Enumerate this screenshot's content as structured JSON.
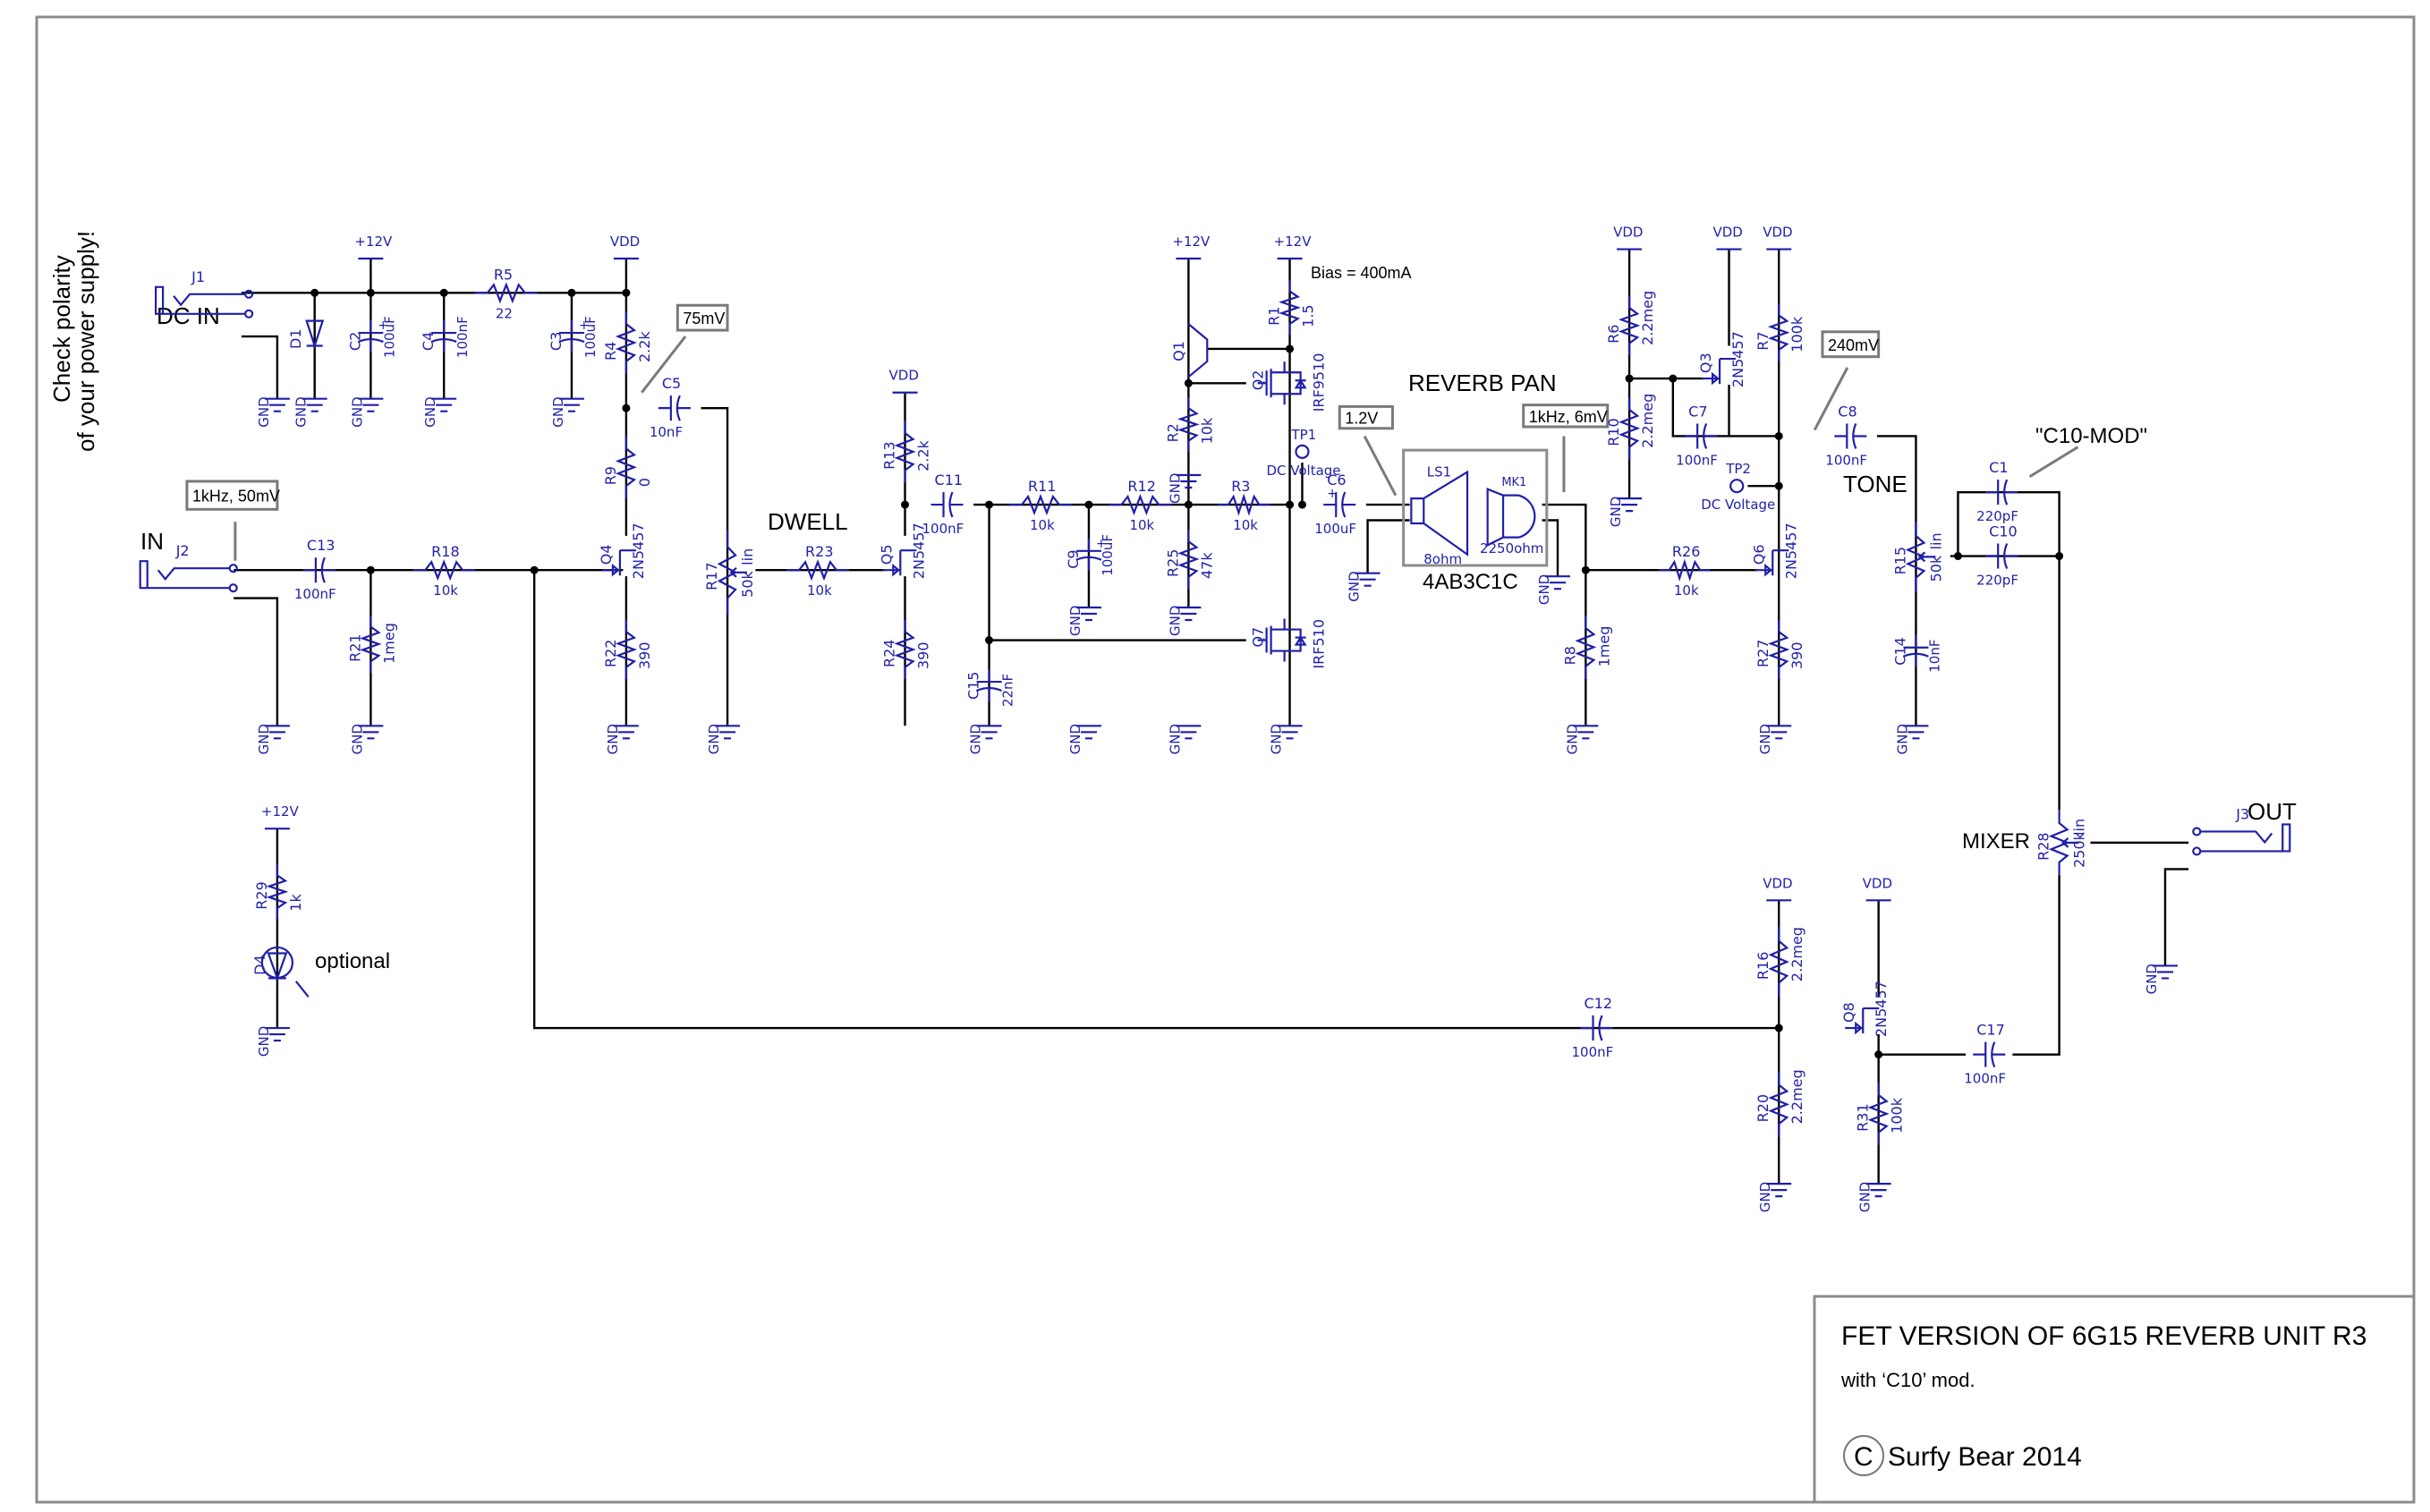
{
  "title_block": {
    "title": "FET VERSION OF 6G15 REVERB UNIT R3",
    "subtitle": "with ‘C10’ mod.",
    "copyright_symbol": "C",
    "author": "Surfy Bear 2014"
  },
  "notes": {
    "polarity_line1": "Check polarity",
    "polarity_line2": "of your power supply!",
    "dc_in": "DC IN",
    "in": "IN",
    "out": "OUT",
    "dwell": "DWELL",
    "reverb_pan": "REVERB PAN",
    "reverb_pan_model": "4AB3C1C",
    "tone": "TONE",
    "mixer": "MIXER",
    "c10_mod": "\"C10-MOD\"",
    "optional": "optional",
    "bias": "Bias = 400mA"
  },
  "measurements": [
    {
      "label": "1kHz, 50mV"
    },
    {
      "label": "75mV"
    },
    {
      "label": "1.2V"
    },
    {
      "label": "1kHz, 6mV"
    },
    {
      "label": "240mV"
    }
  ],
  "supplies": {
    "v12": "+12V",
    "vdd": "VDD",
    "gnd": "GND"
  },
  "components": {
    "resistors": [
      {
        "ref": "R1",
        "value": "1.5"
      },
      {
        "ref": "R2",
        "value": "10k"
      },
      {
        "ref": "R3",
        "value": "10k"
      },
      {
        "ref": "R4",
        "value": "2.2k"
      },
      {
        "ref": "R5",
        "value": "22"
      },
      {
        "ref": "R6",
        "value": "2.2meg"
      },
      {
        "ref": "R7",
        "value": "100k"
      },
      {
        "ref": "R8",
        "value": "1meg"
      },
      {
        "ref": "R9",
        "value": "0"
      },
      {
        "ref": "R10",
        "value": "2.2meg"
      },
      {
        "ref": "R11",
        "value": "10k"
      },
      {
        "ref": "R12",
        "value": "10k"
      },
      {
        "ref": "R13",
        "value": "2.2k"
      },
      {
        "ref": "R16",
        "value": "2.2meg"
      },
      {
        "ref": "R18",
        "value": "10k"
      },
      {
        "ref": "R20",
        "value": "2.2meg"
      },
      {
        "ref": "R21",
        "value": "1meg"
      },
      {
        "ref": "R22",
        "value": "390"
      },
      {
        "ref": "R23",
        "value": "10k"
      },
      {
        "ref": "R24",
        "value": "390"
      },
      {
        "ref": "R25",
        "value": "47k"
      },
      {
        "ref": "R26",
        "value": "10k"
      },
      {
        "ref": "R27",
        "value": "390"
      },
      {
        "ref": "R29",
        "value": "1k"
      },
      {
        "ref": "R31",
        "value": "100k"
      }
    ],
    "pots": [
      {
        "ref": "R15",
        "value": "50k",
        "taper": "lin"
      },
      {
        "ref": "R17",
        "value": "50k",
        "taper": "lin"
      },
      {
        "ref": "R28",
        "value": "250k",
        "taper": "lin"
      }
    ],
    "capacitors": [
      {
        "ref": "C1",
        "value": "220pF"
      },
      {
        "ref": "C2",
        "value": "100uF"
      },
      {
        "ref": "C3",
        "value": "100uF"
      },
      {
        "ref": "C4",
        "value": "100nF"
      },
      {
        "ref": "C5",
        "value": "10nF"
      },
      {
        "ref": "C6",
        "value": "100uF"
      },
      {
        "ref": "C7",
        "value": "100nF"
      },
      {
        "ref": "C8",
        "value": "100nF"
      },
      {
        "ref": "C9",
        "value": "100uF"
      },
      {
        "ref": "C10",
        "value": "220pF"
      },
      {
        "ref": "C11",
        "value": "100nF"
      },
      {
        "ref": "C12",
        "value": "100nF"
      },
      {
        "ref": "C13",
        "value": "100nF"
      },
      {
        "ref": "C14",
        "value": "10nF"
      },
      {
        "ref": "C15",
        "value": "22nF"
      },
      {
        "ref": "C17",
        "value": "100nF"
      }
    ],
    "transistors": [
      {
        "ref": "Q1",
        "value": ""
      },
      {
        "ref": "Q2",
        "value": "IRF9510"
      },
      {
        "ref": "Q3",
        "value": "2N5457"
      },
      {
        "ref": "Q4",
        "value": "2N5457"
      },
      {
        "ref": "Q5",
        "value": "2N5457"
      },
      {
        "ref": "Q6",
        "value": "2N5457"
      },
      {
        "ref": "Q7",
        "value": "IRF510"
      },
      {
        "ref": "Q8",
        "value": "2N5457"
      }
    ],
    "diodes": [
      {
        "ref": "D1",
        "value": ""
      },
      {
        "ref": "D4",
        "value": "LED"
      }
    ],
    "jacks": [
      {
        "ref": "J1"
      },
      {
        "ref": "J2"
      },
      {
        "ref": "J3"
      }
    ],
    "test_points": [
      {
        "ref": "TP1",
        "label": "DC Voltage"
      },
      {
        "ref": "TP2",
        "label": "DC Voltage"
      }
    ],
    "transducer": {
      "speaker_ref": "LS1",
      "speaker_value": "8ohm",
      "mic_ref": "MK1",
      "mic_value": "2250ohm"
    }
  }
}
